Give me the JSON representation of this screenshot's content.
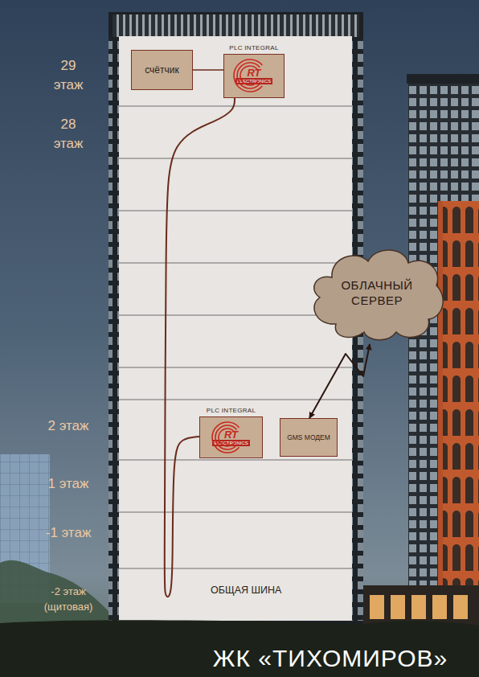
{
  "diagram": {
    "caption": "ЖК «ТИХОМИРОВ»",
    "nodes": [
      {
        "text": [
          "счётчик"
        ]
      },
      {
        "text": [
          "PLC INTEGRAL",
          "RT",
          "ELECTRONICS"
        ]
      },
      {
        "text": [
          "ОБЛАЧНЫЙ СЕРВЕР"
        ]
      },
      {
        "text": [
          "PLC INTEGRAL",
          "RT",
          "ELECTRONICS"
        ]
      },
      {
        "text": [
          "GMS МОДЕМ"
        ]
      }
    ],
    "edges": [
      {
        "from": 0,
        "to": 1,
        "arrow": "none"
      },
      {
        "from": 1,
        "to": 3,
        "label": "ОБЩАЯ ШИНА",
        "arrow": "none"
      },
      {
        "from": 2,
        "to": 4,
        "arrow": "both"
      }
    ],
    "labels": [
      "29 этаж",
      "28 этаж",
      "2 этаж",
      "1 этаж",
      "-1 этаж",
      "-2 этаж (щитовая)"
    ]
  }
}
